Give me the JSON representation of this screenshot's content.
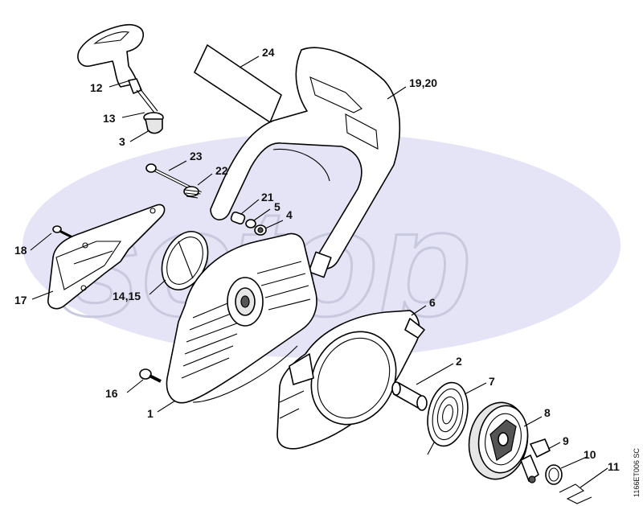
{
  "diagram": {
    "watermark_text": "sotop",
    "drawing_code": "1166ET006 SC",
    "callouts": [
      {
        "id": "c24",
        "label": "24"
      },
      {
        "id": "c1920",
        "label": "19,20"
      },
      {
        "id": "c12",
        "label": "12"
      },
      {
        "id": "c13",
        "label": "13"
      },
      {
        "id": "c3",
        "label": "3"
      },
      {
        "id": "c23",
        "label": "23"
      },
      {
        "id": "c22",
        "label": "22"
      },
      {
        "id": "c21",
        "label": "21"
      },
      {
        "id": "c5",
        "label": "5"
      },
      {
        "id": "c4",
        "label": "4"
      },
      {
        "id": "c18",
        "label": "18"
      },
      {
        "id": "c17",
        "label": "17"
      },
      {
        "id": "c1415",
        "label": "14,15"
      },
      {
        "id": "c6",
        "label": "6"
      },
      {
        "id": "c2",
        "label": "2"
      },
      {
        "id": "c7",
        "label": "7"
      },
      {
        "id": "c8",
        "label": "8"
      },
      {
        "id": "c9",
        "label": "9"
      },
      {
        "id": "c10",
        "label": "10"
      },
      {
        "id": "c11",
        "label": "11"
      },
      {
        "id": "c16",
        "label": "16"
      },
      {
        "id": "c1",
        "label": "1"
      }
    ]
  }
}
